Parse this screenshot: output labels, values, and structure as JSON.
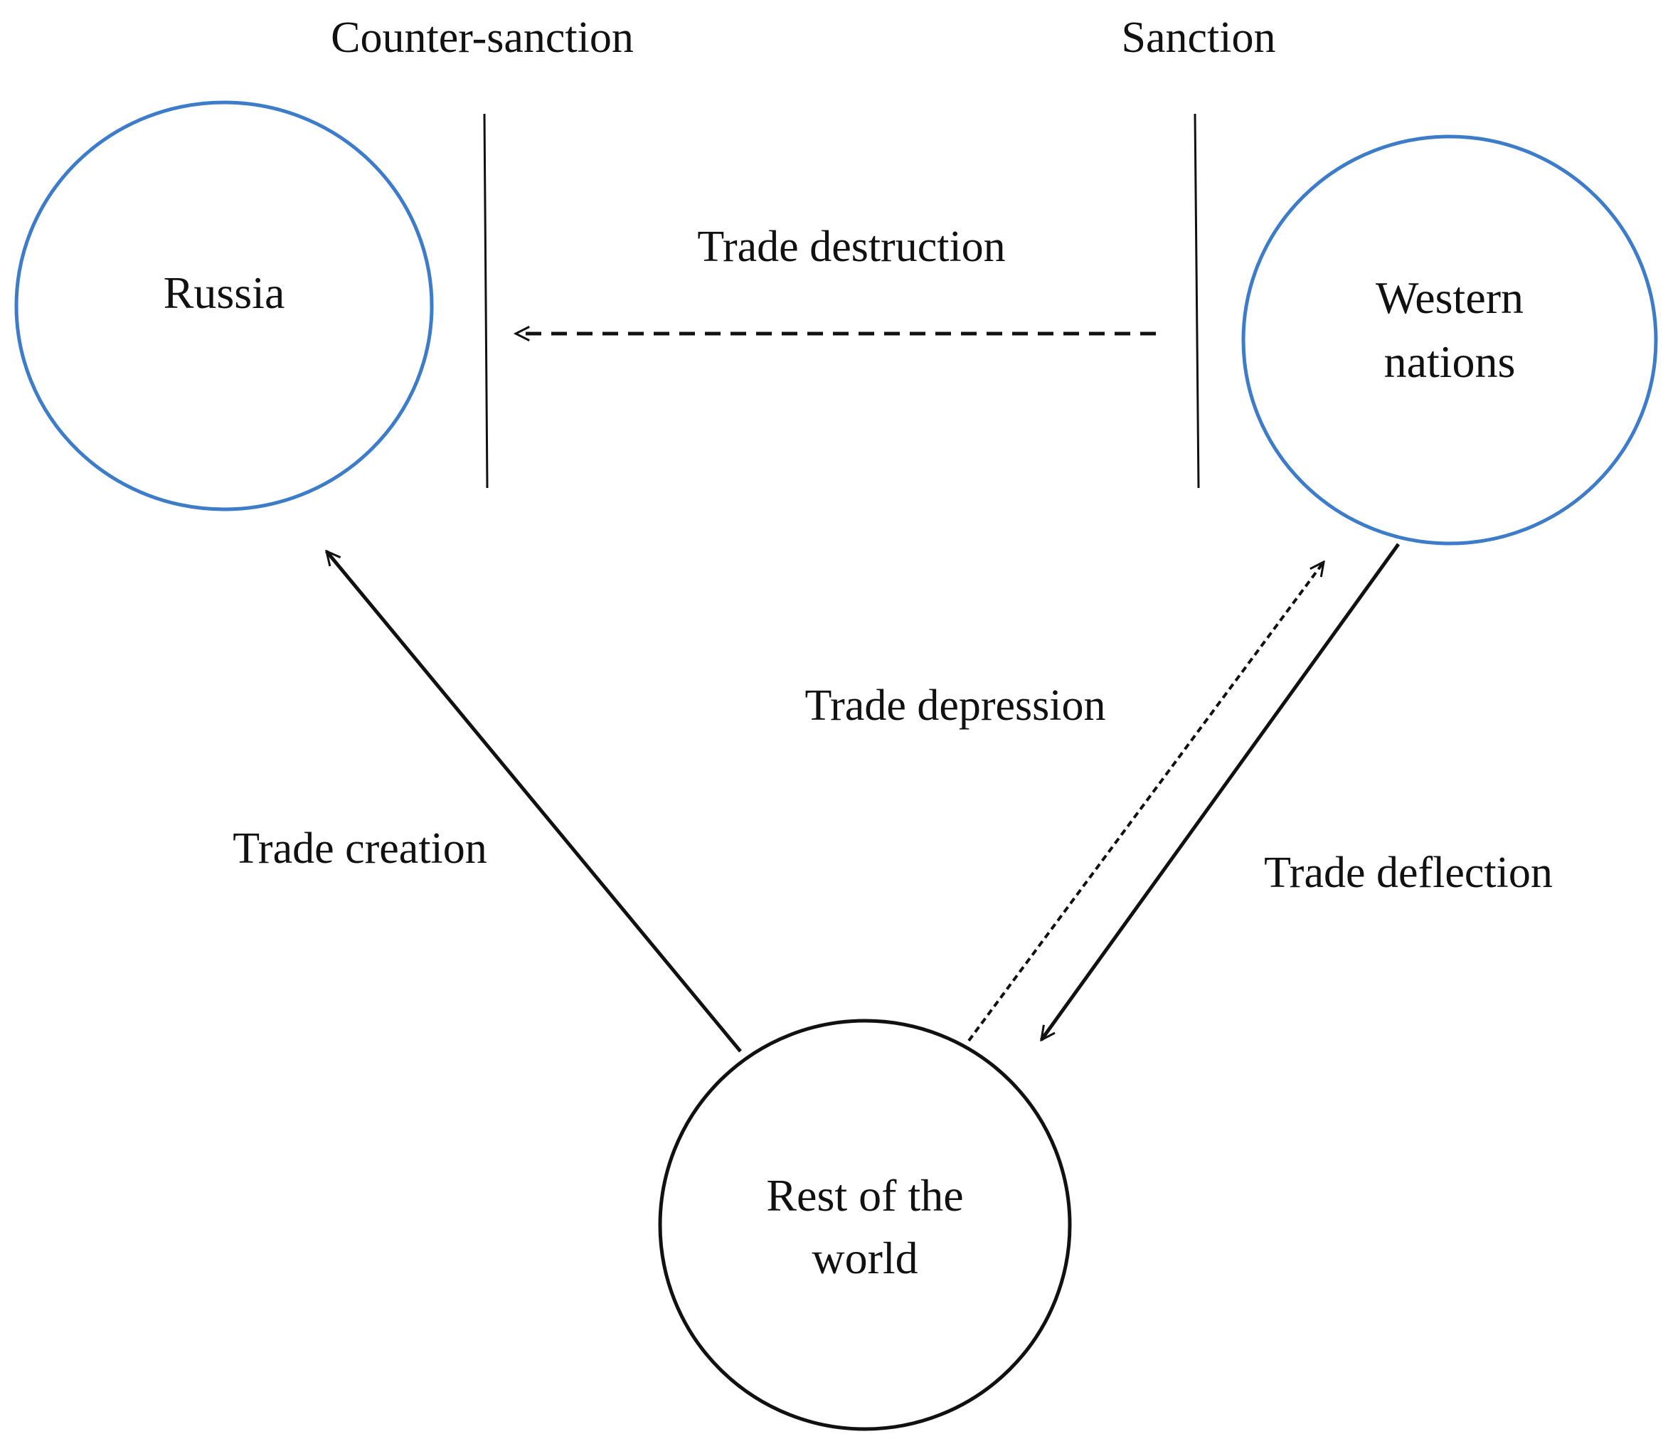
{
  "colors": {
    "ink": "#111111",
    "accent_circle": "#3d7cc9",
    "background": "#ffffff"
  },
  "barriers": {
    "counter_sanction": "Counter-sanction",
    "sanction": "Sanction"
  },
  "nodes": {
    "russia": {
      "label": "Russia"
    },
    "western": {
      "line1": "Western",
      "line2": "nations"
    },
    "rest": {
      "line1": "Rest of the",
      "line2": "world"
    }
  },
  "flows": {
    "trade_destruction": "Trade destruction",
    "trade_creation": "Trade creation",
    "trade_depression": "Trade depression",
    "trade_deflection": "Trade deflection"
  }
}
